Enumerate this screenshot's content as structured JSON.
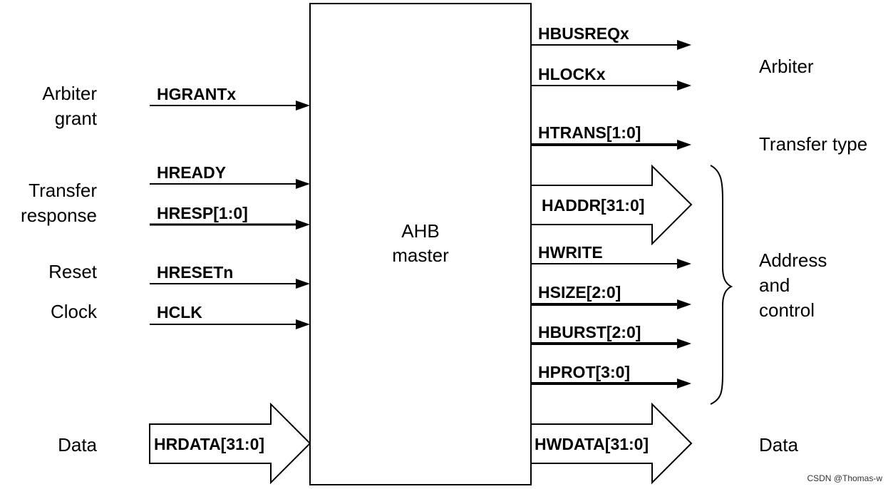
{
  "master": {
    "line1": "AHB",
    "line2": "master"
  },
  "inputs": {
    "groups": {
      "arbiter_grant_1": "Arbiter",
      "arbiter_grant_2": "grant",
      "transfer_response_1": "Transfer",
      "transfer_response_2": "response",
      "reset": "Reset",
      "clock": "Clock",
      "data": "Data"
    },
    "signals": {
      "hgrantx": "HGRANTx",
      "hready": "HREADY",
      "hresp": "HRESP[1:0]",
      "hresetn": "HRESETn",
      "hclk": "HCLK",
      "hrdata": "HRDATA[31:0]"
    }
  },
  "outputs": {
    "groups": {
      "arbiter": "Arbiter",
      "transfer_type": "Transfer type",
      "address_control_1": "Address",
      "address_control_2": "and",
      "address_control_3": "control",
      "data": "Data"
    },
    "signals": {
      "hbusreqx": "HBUSREQx",
      "hlockx": "HLOCKx",
      "htrans": "HTRANS[1:0]",
      "haddr": "HADDR[31:0]",
      "hwrite": "HWRITE",
      "hsize": "HSIZE[2:0]",
      "hburst": "HBURST[2:0]",
      "hprot": "HPROT[3:0]",
      "hwdata": "HWDATA[31:0]"
    }
  },
  "watermark": "CSDN @Thomas-w"
}
